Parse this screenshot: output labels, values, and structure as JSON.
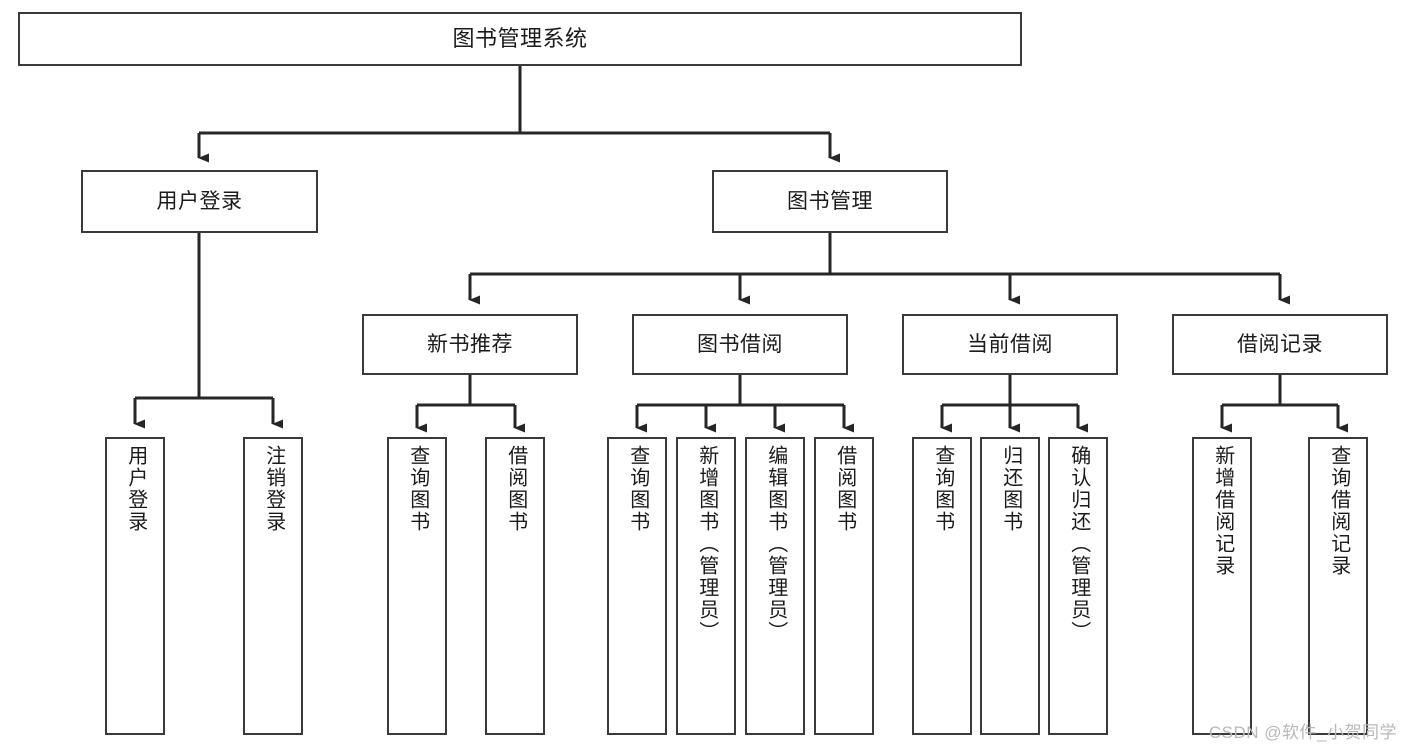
{
  "diagram": {
    "type": "tree",
    "title_node": {
      "id": "root",
      "label": "图书管理系统"
    },
    "level2": [
      {
        "id": "user-login",
        "label": "用户登录"
      },
      {
        "id": "book-manage",
        "label": "图书管理"
      }
    ],
    "level3": [
      {
        "id": "new-book-rec",
        "label": "新书推荐",
        "parent": "book-manage"
      },
      {
        "id": "book-borrow",
        "label": "图书借阅",
        "parent": "book-manage"
      },
      {
        "id": "current-borrow",
        "label": "当前借阅",
        "parent": "book-manage"
      },
      {
        "id": "borrow-record",
        "label": "借阅记录",
        "parent": "book-manage"
      }
    ],
    "leaves": [
      {
        "id": "leaf-user-login",
        "label": "用户登录",
        "parent": "user-login"
      },
      {
        "id": "leaf-user-logout",
        "label": "注销登录",
        "parent": "user-login"
      },
      {
        "id": "leaf-rec-query-book",
        "label": "查询图书",
        "parent": "new-book-rec"
      },
      {
        "id": "leaf-rec-borrow-book",
        "label": "借阅图书",
        "parent": "new-book-rec"
      },
      {
        "id": "leaf-borrow-query-book",
        "label": "查询图书",
        "parent": "book-borrow"
      },
      {
        "id": "leaf-borrow-add-book",
        "label": "新增图书（管理员）",
        "parent": "book-borrow"
      },
      {
        "id": "leaf-borrow-edit-book",
        "label": "编辑图书（管理员）",
        "parent": "book-borrow"
      },
      {
        "id": "leaf-borrow-borrow-book",
        "label": "借阅图书",
        "parent": "book-borrow"
      },
      {
        "id": "leaf-current-query-book",
        "label": "查询图书",
        "parent": "current-borrow"
      },
      {
        "id": "leaf-current-return-book",
        "label": "归还图书",
        "parent": "current-borrow"
      },
      {
        "id": "leaf-current-confirm-return",
        "label": "确认归还（管理员）",
        "parent": "current-borrow"
      },
      {
        "id": "leaf-record-add",
        "label": "新增借阅记录",
        "parent": "borrow-record"
      },
      {
        "id": "leaf-record-query",
        "label": "查询借阅记录",
        "parent": "borrow-record"
      }
    ],
    "colors": {
      "border": "#3a3a3a",
      "fill": "#ffffff",
      "text": "#1b1b1b",
      "edge": "#262626",
      "watermark": "#b8b8b8"
    }
  },
  "watermark": {
    "text": "CSDN @软件_小贺同学"
  }
}
